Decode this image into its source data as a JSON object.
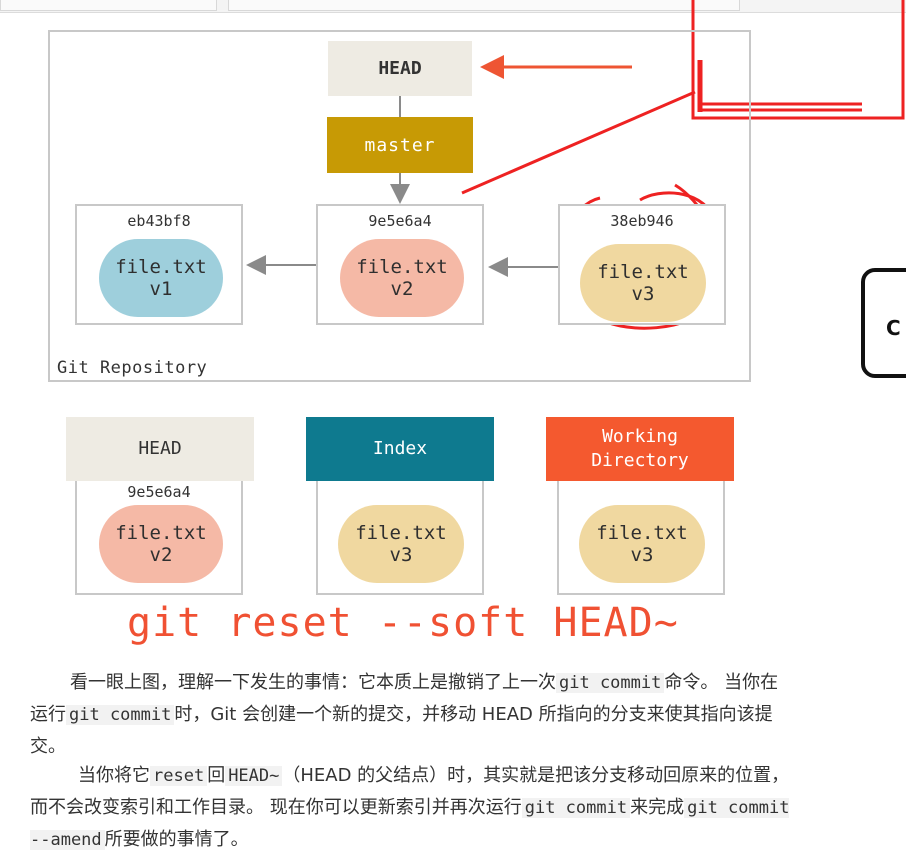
{
  "repository": {
    "label": "Git Repository",
    "head_label": "HEAD",
    "branch_label": "master",
    "commits": [
      {
        "id": "eb43bf8",
        "file": "file.txt",
        "version": "v1"
      },
      {
        "id": "9e5e6a4",
        "file": "file.txt",
        "version": "v2"
      },
      {
        "id": "38eb946",
        "file": "file.txt",
        "version": "v3"
      }
    ]
  },
  "areas": [
    {
      "title": "HEAD",
      "commit_id": "9e5e6a4",
      "file": "file.txt",
      "version": "v2"
    },
    {
      "title": "Index",
      "file": "file.txt",
      "version": "v3"
    },
    {
      "title": "Working\nDirectory",
      "file": "file.txt",
      "version": "v3"
    }
  ],
  "command": "git reset --soft HEAD~",
  "explanation": {
    "p1_a": "看一眼上图，理解一下发生的事情：它本质上是撤销了上一次",
    "p1_code1": "git commit",
    "p1_b": "命令。 当你在运行",
    "p1_code2": "git commit",
    "p1_c": "时，Git 会创建一个新的提交，并移动 HEAD 所指向的分支来使其指向该提交。",
    "p2_a": "当你将它",
    "p2_code1": "reset",
    "p2_b": "回",
    "p2_code2": "HEAD~",
    "p2_c": "（HEAD 的父结点）时，其实就是把该分支移动回原来的位置，而不会改变索引和工作目录。 现在你可以更新索引并再次运行",
    "p2_code3": "git commit",
    "p2_d": "来完成",
    "p2_code4": "git commit --amend",
    "p2_e": "所要做的事情了。"
  },
  "side_button": {
    "label": "C"
  },
  "colors": {
    "command": "#f05133",
    "master": "#c79a05",
    "index": "#0e7a8f",
    "working_dir": "#f4592f",
    "annotation": "#ee2222"
  }
}
